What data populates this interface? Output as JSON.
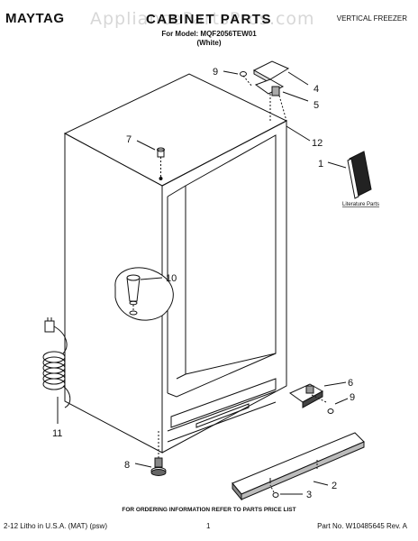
{
  "header": {
    "brand": "MAYTAG",
    "title": "CABINET PARTS",
    "model_line": "For Model: MQF2056TEW01",
    "color_line": "(White)",
    "category": "VERTICAL FREEZER",
    "watermark": "AppliancePartsPros.com"
  },
  "callouts": {
    "c1": "1",
    "c2": "2",
    "c3": "3",
    "c4": "4",
    "c5": "5",
    "c6": "6",
    "c7": "7",
    "c8": "8",
    "c9a": "9",
    "c9b": "9",
    "c10": "10",
    "c11": "11",
    "c12": "12"
  },
  "literature_label": "Literature Parts",
  "footer": {
    "note": "FOR ORDERING INFORMATION REFER TO PARTS PRICE LIST",
    "left": "2-12 Litho in U.S.A. (MAT) (psw)",
    "page": "1",
    "right": "Part No. W10485645 Rev. A"
  }
}
